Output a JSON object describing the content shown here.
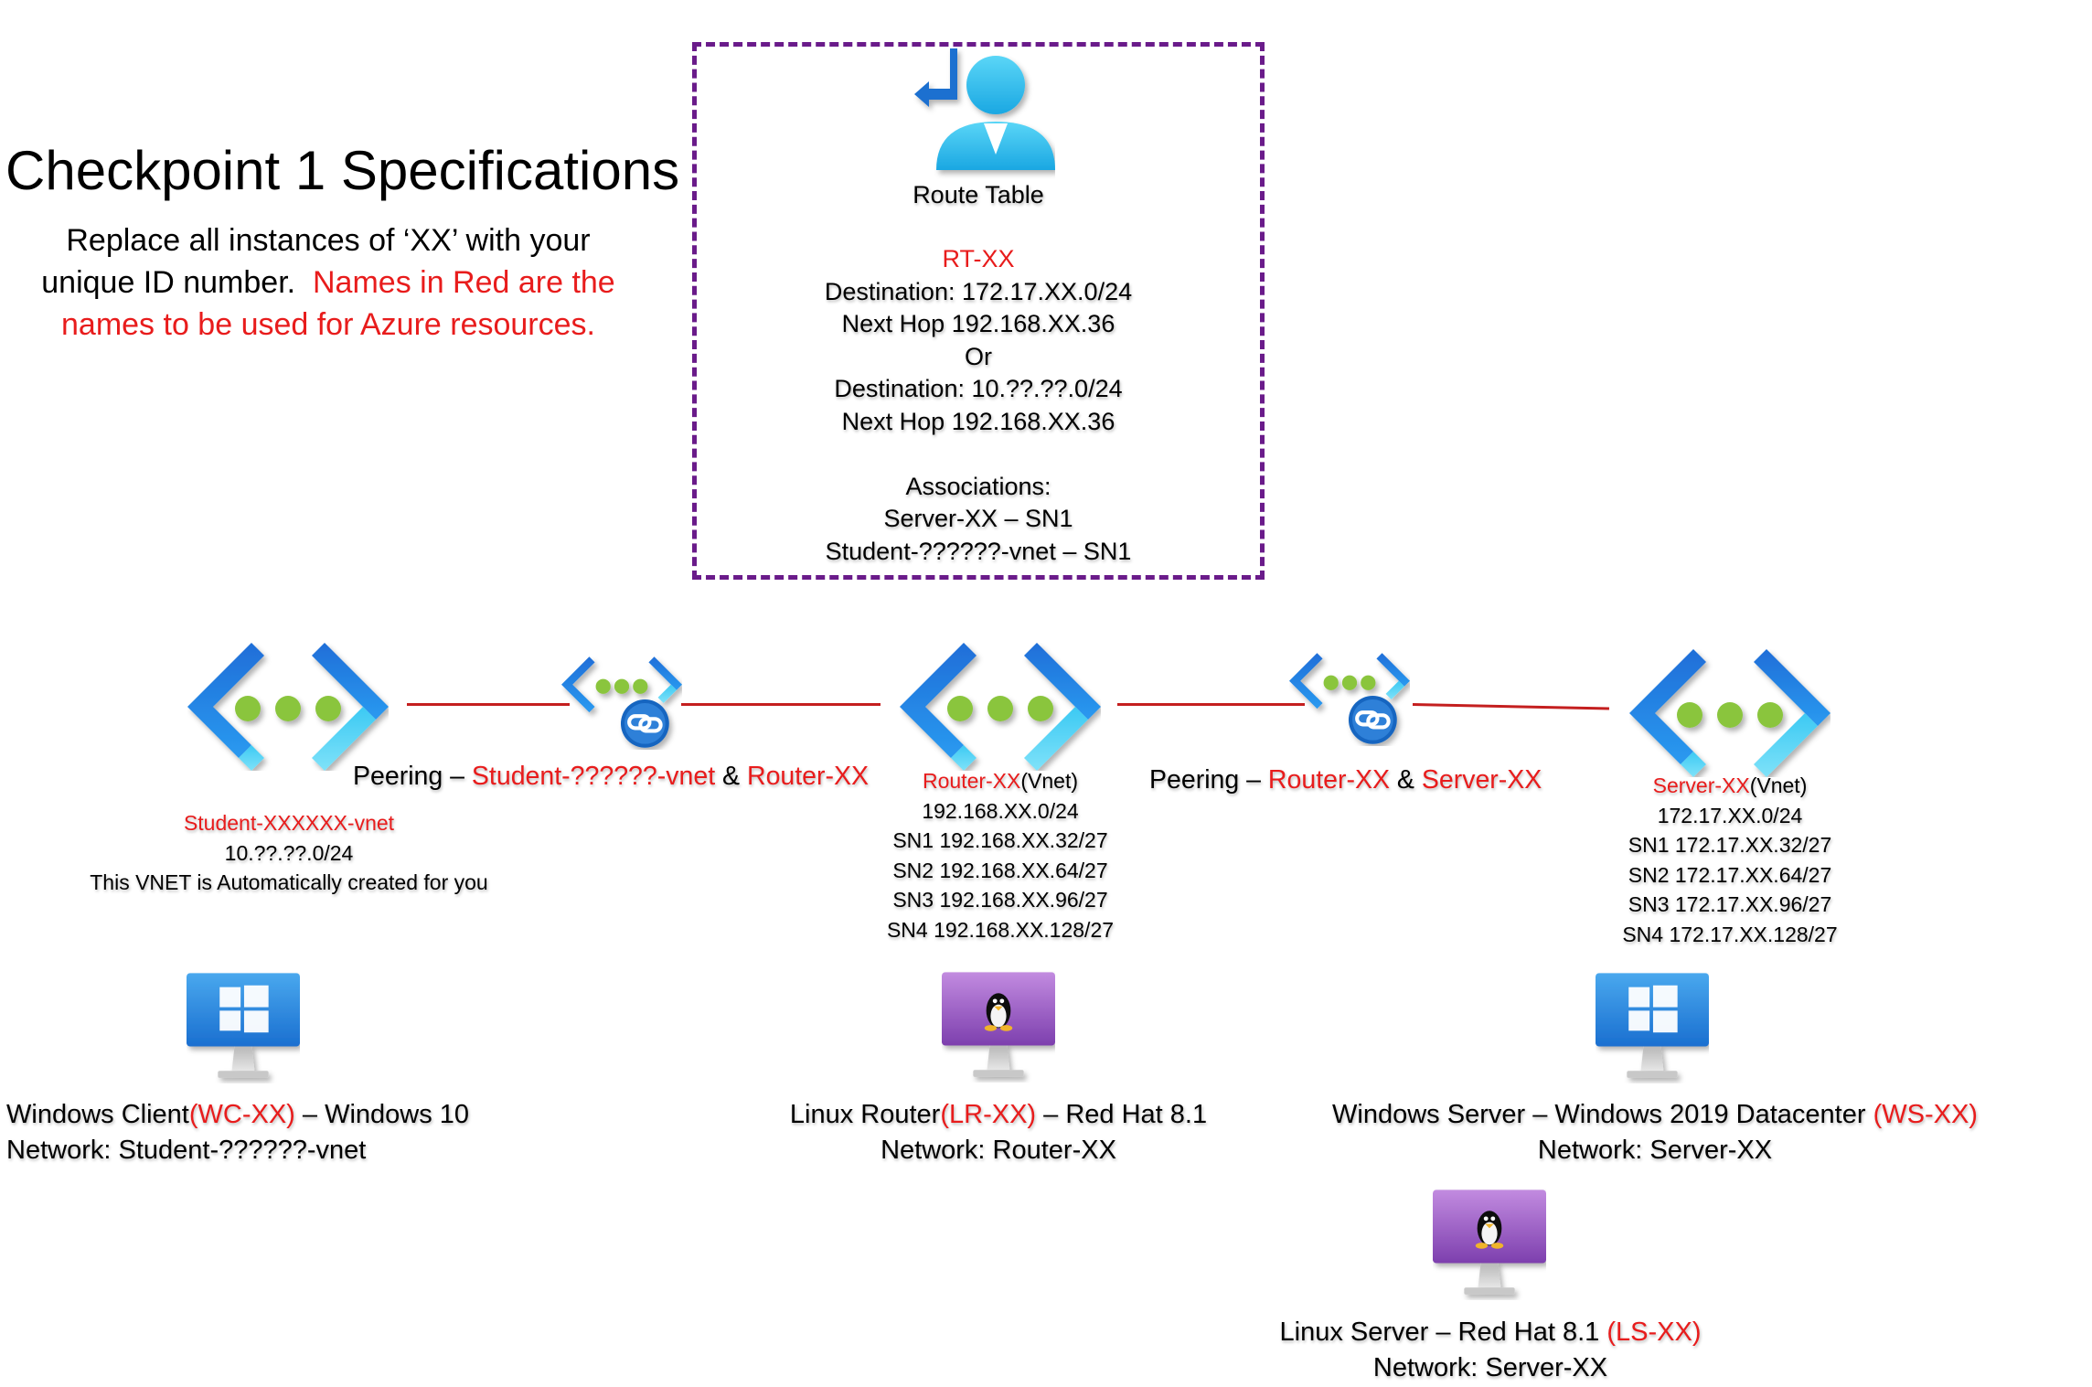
{
  "title": "Checkpoint 1 Specifications",
  "instructions": {
    "line1": "Replace all instances of ‘XX’ with your",
    "line2_black": "unique ID number.",
    "line2_red": "Names in Red are the",
    "line3_red": "names to be used for Azure resources."
  },
  "route_table": {
    "icon": "route-table-icon",
    "label": "Route Table",
    "name": "RT-XX",
    "lines": [
      "Destination:  172.17.XX.0/24",
      "Next Hop 192.168.XX.36",
      "Or",
      "Destination:  10.??.??.0/24",
      "Next Hop 192.168.XX.36",
      "",
      "Associations:",
      "Server-XX – SN1",
      "Student-??????-vnet – SN1"
    ]
  },
  "peerings": {
    "left": {
      "prefix": "Peering – ",
      "a": "Student-??????-vnet",
      "amp": " & ",
      "b": "Router-XX"
    },
    "right": {
      "prefix": "Peering – ",
      "a": "Router-XX",
      "amp": " & ",
      "b": "Server-XX"
    }
  },
  "vnets": {
    "student": {
      "name": "Student-XXXXXX-vnet",
      "lines": [
        "10.??.??.0/24",
        "This VNET is Automatically created for you"
      ]
    },
    "router": {
      "name": "Router-XX",
      "suffix": "(Vnet)",
      "lines": [
        "192.168.XX.0/24",
        "SN1 192.168.XX.32/27",
        "SN2 192.168.XX.64/27",
        "SN3 192.168.XX.96/27",
        "SN4 192.168.XX.128/27"
      ]
    },
    "server": {
      "name": "Server-XX",
      "suffix": "(Vnet)",
      "lines": [
        "172.17.XX.0/24",
        "SN1 172.17.XX.32/27",
        "SN2 172.17.XX.64/27",
        "SN3 172.17.XX.96/27",
        "SN4 172.17.XX.128/27"
      ]
    }
  },
  "vms": {
    "windows_client": {
      "icon": "windows-vm-icon",
      "l1_a": "Windows Client",
      "l1_red": "(WC-XX)",
      "l1_b": " – Windows 10",
      "l2": "Network:  Student-??????-vnet"
    },
    "linux_router": {
      "icon": "linux-vm-icon",
      "l1_a": "Linux Router",
      "l1_red": "(LR-XX)",
      "l1_b": " – Red Hat 8.1",
      "l2": "Network:  Router-XX"
    },
    "windows_server": {
      "icon": "windows-vm-icon",
      "l1_a": "Windows Server – Windows 2019 Datacenter ",
      "l1_red": "(WS-XX)",
      "l2": "Network:  Server-XX"
    },
    "linux_server": {
      "icon": "linux-vm-icon",
      "l1_a": "Linux Server – Red Hat 8.1 ",
      "l1_red": "(LS-XX)",
      "l2": "Network:  Server-XX"
    }
  },
  "colors": {
    "red_text": "#e81c1c",
    "peering_line": "#c41f1f",
    "route_box_border": "#6a1b8a",
    "vnet_blue": "#1e88e5",
    "vnet_cyan": "#50d4f5",
    "vnet_dot": "#8ac53e",
    "windows_vm": "#2e8fe0",
    "linux_vm": "#9b5bc4"
  }
}
